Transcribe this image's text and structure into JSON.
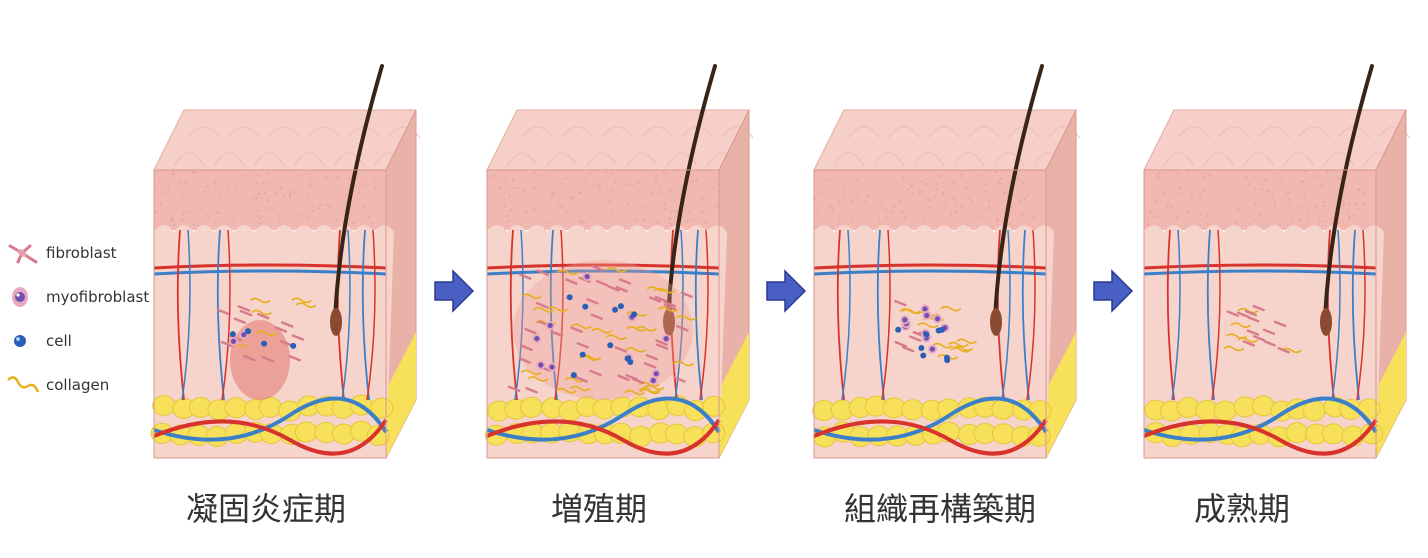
{
  "legend": [
    {
      "label": "fibroblast",
      "icon": "fibroblast-icon"
    },
    {
      "label": "myofibroblast",
      "icon": "myofibroblast-icon"
    },
    {
      "label": "cell",
      "icon": "cell-icon"
    },
    {
      "label": "collagen",
      "icon": "collagen-icon"
    }
  ],
  "stages": [
    {
      "label": "凝固炎症期",
      "variant": "inflammation"
    },
    {
      "label": "増殖期",
      "variant": "proliferation"
    },
    {
      "label": "組織再構築期",
      "variant": "remodeling"
    },
    {
      "label": "成熟期",
      "variant": "maturation"
    }
  ],
  "colors": {
    "arrow": "#4a5fc4",
    "skin_top": "#f5cfc8",
    "epidermis": "#f0b8b0",
    "dermis": "#f6d4cc",
    "fat": "#f7e05a",
    "artery": "#d8322c",
    "vein": "#3a7fc8",
    "hair": "#3a2418",
    "text": "#333333"
  }
}
